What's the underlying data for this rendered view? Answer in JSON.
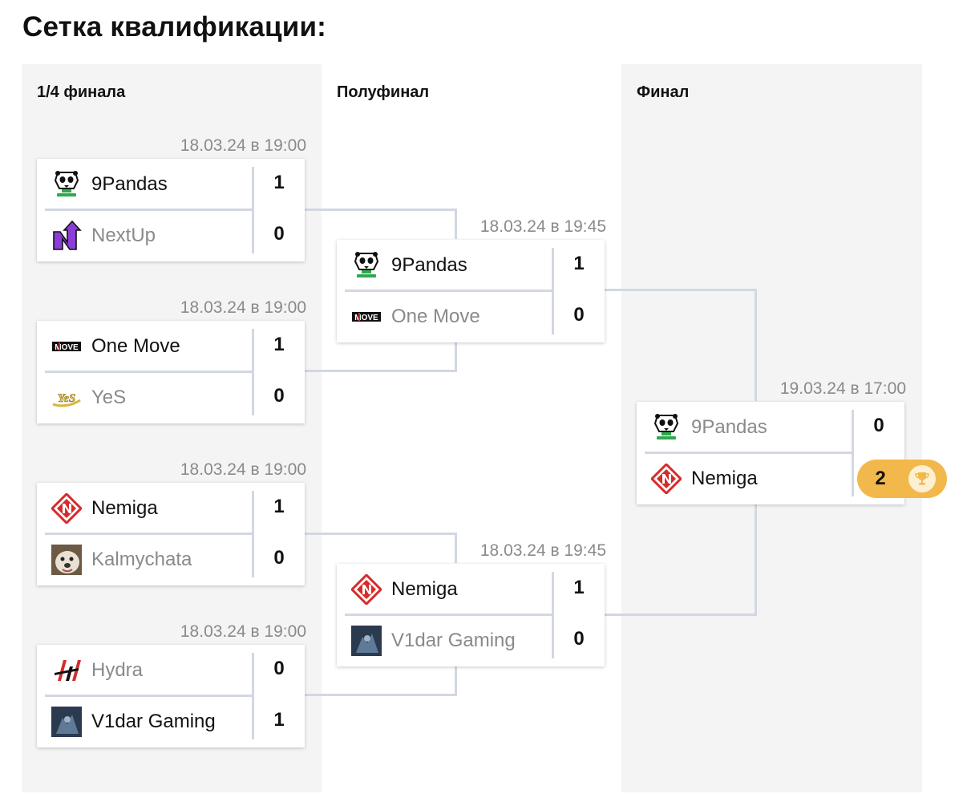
{
  "page": {
    "title": "Сетка квалификации:"
  },
  "rounds": [
    {
      "title": "1/4 финала"
    },
    {
      "title": "Полуфинал"
    },
    {
      "title": "Финал"
    }
  ],
  "matches": {
    "qf1": {
      "date": "18.03.24 в 19:00",
      "teams": [
        {
          "name": "9Pandas",
          "score": "1",
          "logo": "panda-logo",
          "winner": true
        },
        {
          "name": "NextUp",
          "score": "0",
          "logo": "nextup-logo",
          "winner": false
        }
      ]
    },
    "qf2": {
      "date": "18.03.24 в 19:00",
      "teams": [
        {
          "name": "One Move",
          "score": "1",
          "logo": "onemove-logo",
          "winner": true
        },
        {
          "name": "YeS",
          "score": "0",
          "logo": "yes-logo",
          "winner": false
        }
      ]
    },
    "qf3": {
      "date": "18.03.24 в 19:00",
      "teams": [
        {
          "name": "Nemiga",
          "score": "1",
          "logo": "nemiga-logo",
          "winner": true
        },
        {
          "name": "Kalmychata",
          "score": "0",
          "logo": "kalmychata-logo",
          "winner": false
        }
      ]
    },
    "qf4": {
      "date": "18.03.24 в 19:00",
      "teams": [
        {
          "name": "Hydra",
          "score": "0",
          "logo": "hydra-logo",
          "winner": false
        },
        {
          "name": "V1dar Gaming",
          "score": "1",
          "logo": "v1dar-logo",
          "winner": true
        }
      ]
    },
    "sf1": {
      "date": "18.03.24 в 19:45",
      "teams": [
        {
          "name": "9Pandas",
          "score": "1",
          "logo": "panda-logo",
          "winner": true
        },
        {
          "name": "One Move",
          "score": "0",
          "logo": "onemove-logo",
          "winner": false
        }
      ]
    },
    "sf2": {
      "date": "18.03.24 в 19:45",
      "teams": [
        {
          "name": "Nemiga",
          "score": "1",
          "logo": "nemiga-logo",
          "winner": true
        },
        {
          "name": "V1dar Gaming",
          "score": "0",
          "logo": "v1dar-logo",
          "winner": false
        }
      ]
    },
    "final": {
      "date": "19.03.24 в 17:00",
      "teams": [
        {
          "name": "9Pandas",
          "score": "0",
          "logo": "panda-logo",
          "winner": false
        },
        {
          "name": "Nemiga",
          "score": "2",
          "logo": "nemiga-logo",
          "winner": true
        }
      ]
    }
  },
  "champion": {
    "icon": "trophy-icon",
    "badge_color": "#f2b84b"
  },
  "colors": {
    "connector": "#d2d7e3",
    "column_bg": "#f4f4f4",
    "muted_text": "#8a8a8a"
  }
}
